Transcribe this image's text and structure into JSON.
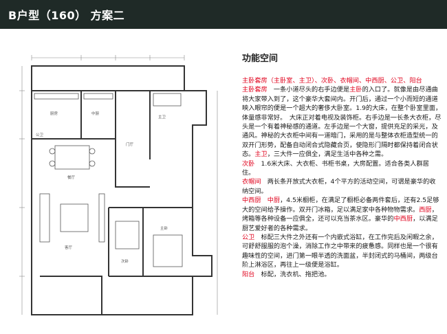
{
  "header": {
    "title": "B户型（160） 方案二"
  },
  "plan": {
    "rooms": {
      "kitchen": "厨房",
      "dining_kitchen": "中厨",
      "utility": "公卫",
      "lobby": "门厅",
      "dining": "餐厅",
      "living": "客厅",
      "bedroom1": "次卧",
      "bedroom2": "主卧",
      "bath": "主卫"
    }
  },
  "content": {
    "heading": "功能空间",
    "summary": "主卧套房（主卧室、主卫）、次卧、衣帽间、中西厨、公卫、阳台",
    "p1_label": "主卧套房",
    "p1_a": "　一条小道尽头的右手边便是",
    "p1_b": "主卧",
    "p1_c": "的入口了。就像是由尽通曲将大家带入到了，这个豪华大套间内。开门后，通过一个小而短的通道映入眼帘的便是一个超大的奢侈大卧室。1.9的大床，在整个卧室里面，　体量感非常好。　大床正对着电视及装饰柜。右手边是一长条大衣柜，尽头是一个有着神秘感的通道。左手边是一个大窗，提供充足的采光，及通风。神秘的大衣柜中间有一道暗门，采用的是与整体衣柜造型统一的双开门形势，配备自动闭合式隐藏合页，使隐形门隔时都保持着闭合状态。",
    "p1_d": "主卫",
    "p1_e": "，三大件一应俱全，满足生活中各种之需。",
    "p2_label": "次卧",
    "p2_text": "　1.6米大床、大衣柜、书柜书桌，大房配置。适合各类人群居住。",
    "p3_label": "衣帽间",
    "p3_text": "　两长条开放式大衣柜，4个平方的活动空间，可谓是豪华的收纳空间。",
    "p4_label": "中西厨",
    "p4_a": "　",
    "p4_b": "中厨",
    "p4_c": "，4.5米橱柜，在满足了橱柜必备两件套后，还有2.5足够大的空间给予操作。双开门冰箱，足以满足家中各种物物需求。",
    "p4_d": "西厨",
    "p4_e": "，烤箱等各种设备一应俱全，还可以充当茶水区。豪华的",
    "p4_f": "中西厨",
    "p4_g": "，以满足厨艺爱好者的各种需求。",
    "p5_label": "公卫",
    "p5_text": "　标配三大件之外还有一个内嵌式浴缸，在工作完后及闲暇之余，可舒舒服服的泡个澡，消除工作之中带来的疲惫感。同样也是一个很有趣味性的空间，进门第一眼半透的洗面盆，半封闭式的马桶间，两级台阶上淋浴区，再往上一级便是浴缸。",
    "p6_label": "阳台",
    "p6_text": "　标配，洗衣机、拖把池。"
  },
  "colors": {
    "accent": "#e0001b",
    "header_bg": "#1f2a27"
  }
}
